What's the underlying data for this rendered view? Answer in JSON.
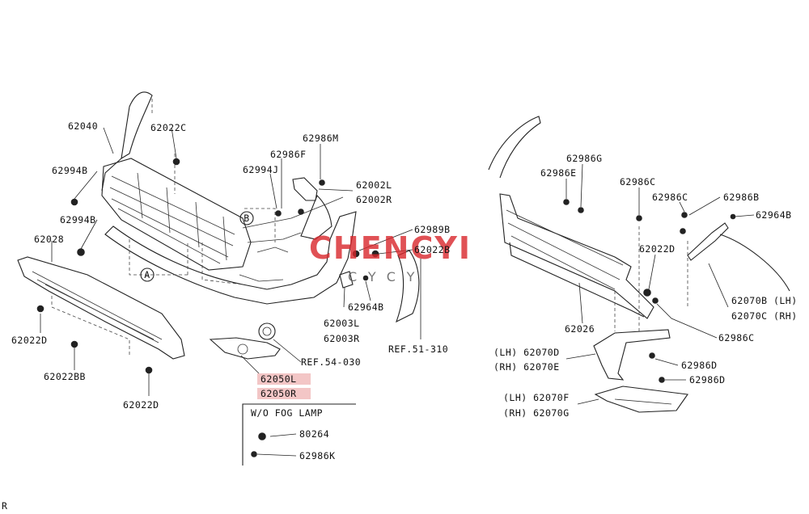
{
  "diagram": {
    "callouts": {
      "c62040": "62040",
      "c62022C": "62022C",
      "c62994B_1": "62994B",
      "c62994B_2": "62994B",
      "c62028": "62028",
      "c62022D_1": "62022D",
      "c62022BB": "62022BB",
      "c62022D_2": "62022D",
      "c62986F": "62986F",
      "c62994J": "62994J",
      "c62986M": "62986M",
      "c62002L": "62002L",
      "c62002R": "62002R",
      "c62989B": "62989B",
      "c62022B": "62022B",
      "c62003L": "62003L",
      "c62003R": "62003R",
      "c62964B_1": "62964B",
      "cREF51": "REF.51-310",
      "cREF54": "REF.54-030",
      "c62050L": "62050L",
      "c62050R": "62050R",
      "cWO": "W/O FOG LAMP",
      "c80264": "80264",
      "c62986K": "62986K",
      "c62986G": "62986G",
      "c62986E": "62986E",
      "c62986C_1": "62986C",
      "c62986C_2": "62986C",
      "c62986B": "62986B",
      "c62964B_2": "62964B",
      "c62022D_3": "62022D",
      "c62026": "62026",
      "c62070B": "62070B (LH)",
      "c62070C": "62070C (RH)",
      "c62986C_3": "62986C",
      "c62070D": "(LH) 62070D",
      "c62070E": "(RH) 62070E",
      "c62986D_1": "62986D",
      "c62986D_2": "62986D",
      "c62070F": "(LH) 62070F",
      "c62070G": "(RH) 62070G"
    },
    "markers": {
      "A": "A",
      "B": "B"
    },
    "corner_mark": "R",
    "watermark": {
      "main": "CHENCYI",
      "sub": "CYCY",
      "color": "#d9262b"
    },
    "highlight_color": "#f3c6c6"
  }
}
